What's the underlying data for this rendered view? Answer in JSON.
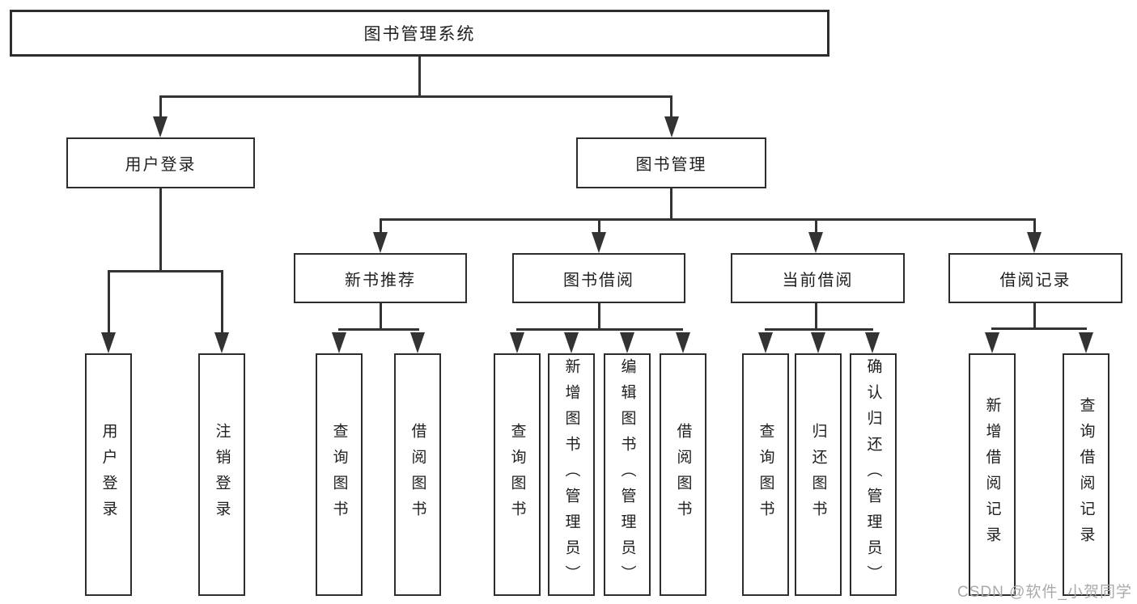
{
  "diagram": {
    "type": "hierarchy-tree",
    "nodes": {
      "root": {
        "label": "图书管理系统"
      },
      "level2": [
        {
          "id": "user-login",
          "label": "用户登录",
          "parent": "图书管理系统"
        },
        {
          "id": "book-management",
          "label": "图书管理",
          "parent": "图书管理系统"
        }
      ],
      "level3": [
        {
          "id": "new-book-recommend",
          "label": "新书推荐",
          "parent": "图书管理"
        },
        {
          "id": "book-borrow",
          "label": "图书借阅",
          "parent": "图书管理"
        },
        {
          "id": "current-borrow",
          "label": "当前借阅",
          "parent": "图书管理"
        },
        {
          "id": "borrow-records",
          "label": "借阅记录",
          "parent": "图书管理"
        }
      ],
      "leaves": [
        {
          "label": "用户登录",
          "parent": "用户登录"
        },
        {
          "label": "注销登录",
          "parent": "用户登录"
        },
        {
          "label": "查询图书",
          "parent": "新书推荐"
        },
        {
          "label": "借阅图书",
          "parent": "新书推荐"
        },
        {
          "label": "查询图书",
          "parent": "图书借阅"
        },
        {
          "label": "新增图书（管理员）",
          "parent": "图书借阅"
        },
        {
          "label": "编辑图书（管理员）",
          "parent": "图书借阅"
        },
        {
          "label": "借阅图书",
          "parent": "图书借阅"
        },
        {
          "label": "查询图书",
          "parent": "当前借阅"
        },
        {
          "label": "归还图书",
          "parent": "当前借阅"
        },
        {
          "label": "确认归还（管理员）",
          "parent": "当前借阅"
        },
        {
          "label": "新增借阅记录",
          "parent": "借阅记录"
        },
        {
          "label": "查询借阅记录",
          "parent": "借阅记录"
        }
      ]
    },
    "colors": {
      "line": "#333333",
      "box_border": "#2d2d2d",
      "box_fill": "#ffffff",
      "text": "#1f1f1f",
      "background": "#ffffff",
      "watermark": "#aaaaaa"
    }
  },
  "watermark": {
    "text": "CSDN @软件_小贺同学"
  }
}
